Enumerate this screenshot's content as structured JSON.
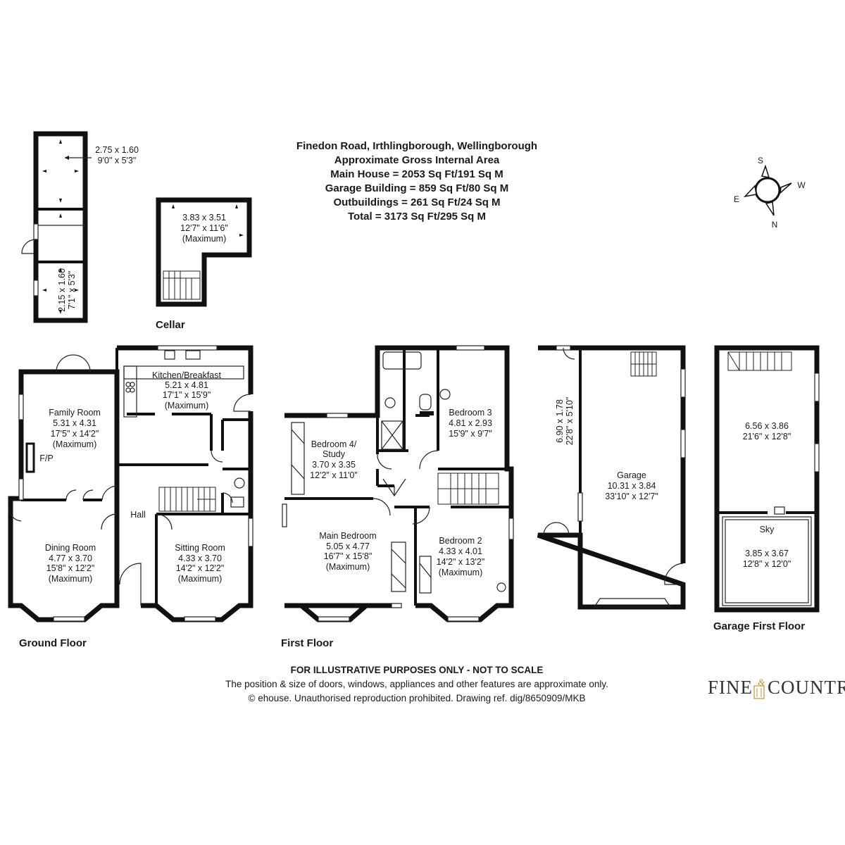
{
  "header": {
    "address": "Finedon Road, Irthlingborough, Wellingborough",
    "area_title": "Approximate Gross Internal Area",
    "main_house": "Main House = 2053 Sq Ft/191 Sq M",
    "garage_building": "Garage Building = 859 Sq Ft/80 Sq M",
    "outbuildings": "Outbuildings = 261 Sq Ft/24 Sq M",
    "total": "Total = 3173 Sq Ft/295 Sq M"
  },
  "compass": {
    "s": "S",
    "w": "W",
    "e": "E",
    "n": "N"
  },
  "floors": {
    "cellar": "Cellar",
    "ground": "Ground Floor",
    "first": "First Floor",
    "garage_first": "Garage First Floor"
  },
  "rooms": {
    "outbuilding_top": {
      "metric": "2.75 x 1.60",
      "imperial": "9'0\" x 5'3\""
    },
    "outbuilding_bottom": {
      "metric": "2.15 x 1.60",
      "imperial": "7'1\" x 5'3\""
    },
    "cellar": {
      "metric": "3.83 x 3.51",
      "imperial": "12'7\" x 11'6\"",
      "note": "(Maximum)"
    },
    "kitchen": {
      "name": "Kitchen/Breakfast",
      "metric": "5.21 x 4.81",
      "imperial": "17'1\" x 15'9\"",
      "note": "(Maximum)"
    },
    "family": {
      "name": "Family Room",
      "metric": "5.31 x 4.31",
      "imperial": "17'5\" x 14'2\"",
      "note": "(Maximum)"
    },
    "fireplace": "F/P",
    "hall": "Hall",
    "dining": {
      "name": "Dining Room",
      "metric": "4.77 x 3.70",
      "imperial": "15'8\" x 12'2\"",
      "note": "(Maximum)"
    },
    "sitting": {
      "name": "Sitting Room",
      "metric": "4.33 x 3.70",
      "imperial": "14'2\" x 12'2\"",
      "note": "(Maximum)"
    },
    "bedroom4": {
      "name": "Bedroom 4/",
      "name2": "Study",
      "metric": "3.70 x 3.35",
      "imperial": "12'2\" x 11'0\""
    },
    "bedroom3": {
      "name": "Bedroom 3",
      "metric": "4.81 x 2.93",
      "imperial": "15'9\" x 9'7\""
    },
    "main_bedroom": {
      "name": "Main Bedroom",
      "metric": "5.05 x 4.77",
      "imperial": "16'7\" x 15'8\"",
      "note": "(Maximum)"
    },
    "bedroom2": {
      "name": "Bedroom 2",
      "metric": "4.33 x 4.01",
      "imperial": "14'2\" x 13'2\"",
      "note": "(Maximum)"
    },
    "side_store": {
      "metric": "6.90 x 1.78",
      "imperial": "22'8\" x 5'10\""
    },
    "garage": {
      "name": "Garage",
      "metric": "10.31 x 3.84",
      "imperial": "33'10\" x 12'7\""
    },
    "garage_upper": {
      "metric": "6.56 x 3.86",
      "imperial": "21'6\" x 12'8\""
    },
    "sky": {
      "name": "Sky",
      "metric": "3.85 x 3.67",
      "imperial": "12'8\" x 12'0\""
    }
  },
  "disclaimer": {
    "line1": "FOR ILLUSTRATIVE PURPOSES ONLY - NOT TO SCALE",
    "line2": "The position & size of doors, windows, appliances and other features are approximate only.",
    "line3": "© ehouse. Unauthorised reproduction prohibited. Drawing ref. dig/8650909/MKB"
  },
  "logo": {
    "word1": "FINE",
    "amp": "&",
    "word2": "COUNTRY"
  }
}
